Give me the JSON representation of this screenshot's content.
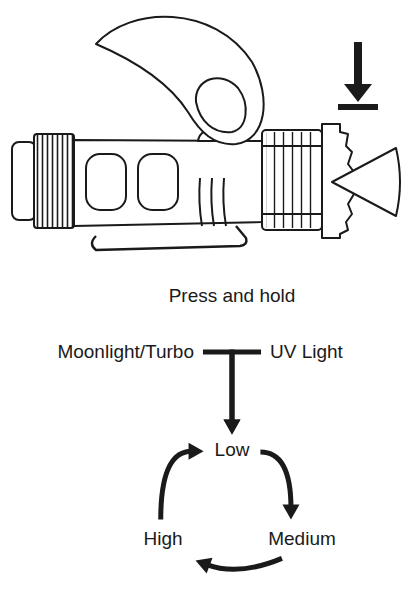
{
  "diagram": {
    "nodes": [
      {
        "text": [
          "Moonlight/Turbo"
        ]
      },
      {
        "text": [
          "UV Light"
        ]
      },
      {
        "text": [
          "Low"
        ]
      },
      {
        "text": [
          "High"
        ]
      },
      {
        "text": [
          "Medium"
        ]
      }
    ],
    "edges": [
      {
        "from": 0,
        "to": 2,
        "arrow": "to"
      },
      {
        "from": 1,
        "to": 2,
        "arrow": "to"
      },
      {
        "from": 2,
        "to": 4,
        "arrow": "to"
      },
      {
        "from": 4,
        "to": 3,
        "arrow": "to"
      },
      {
        "from": 3,
        "to": 2,
        "arrow": "to"
      }
    ],
    "labels": [
      "Press and hold"
    ]
  }
}
